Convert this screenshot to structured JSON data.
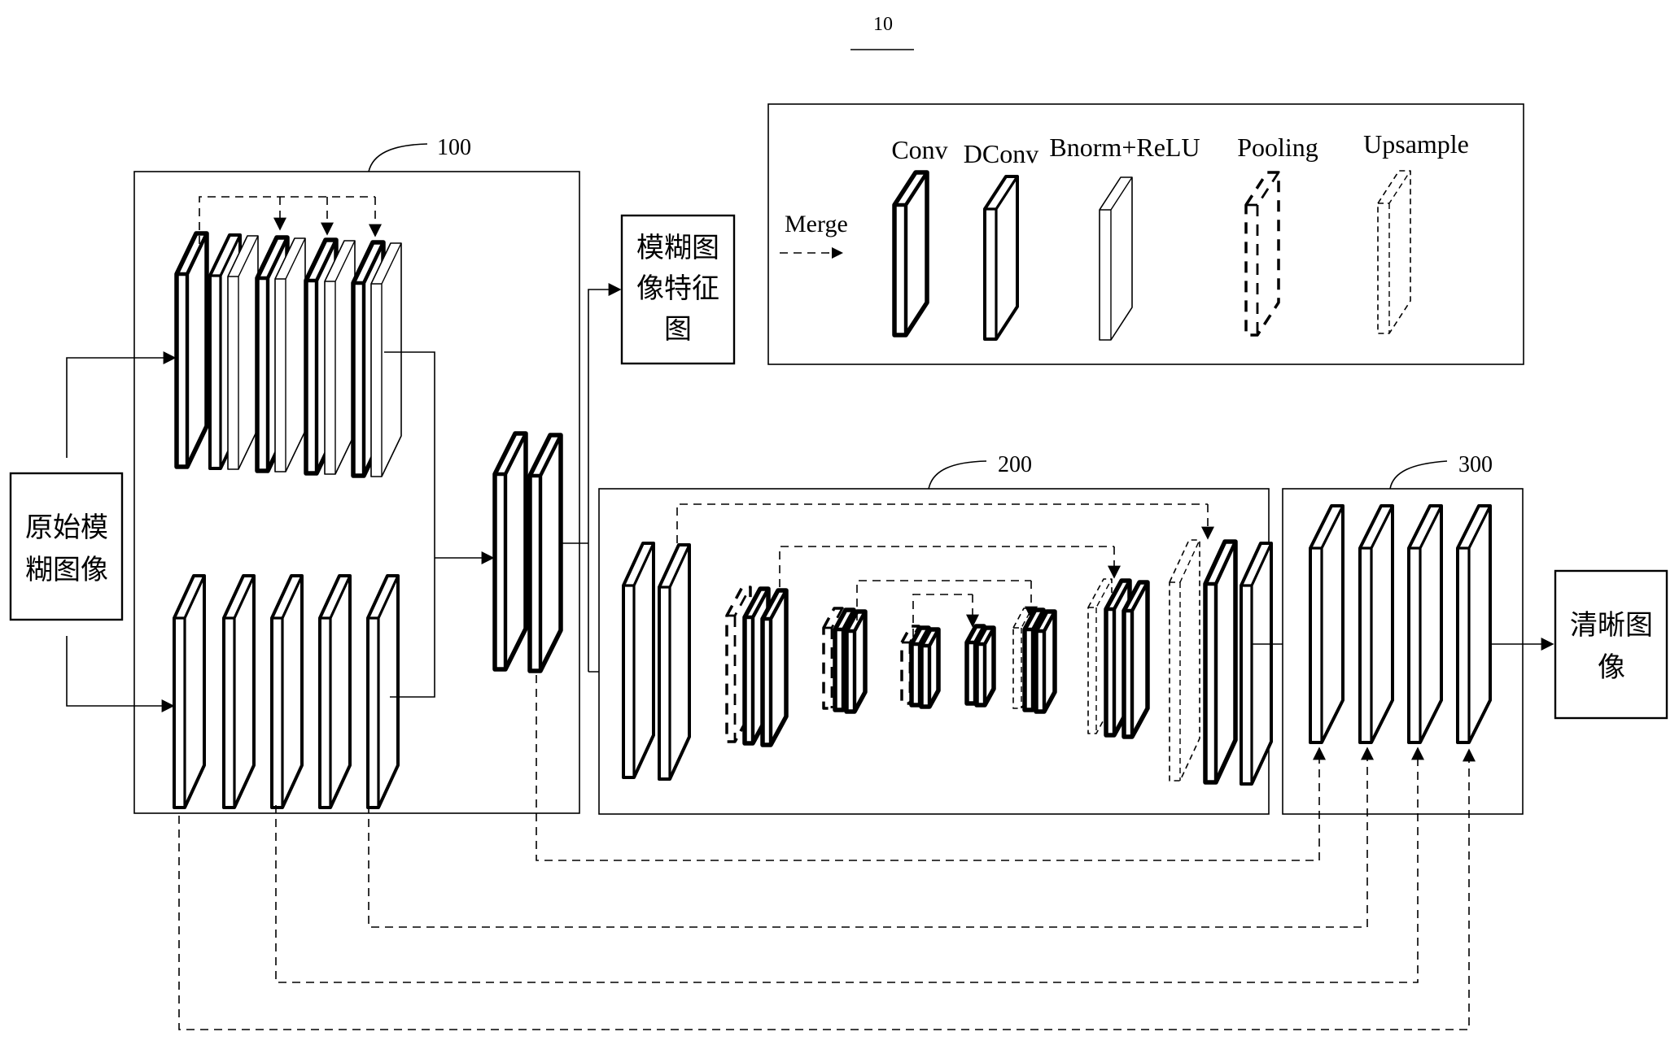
{
  "figure": {
    "number": "10"
  },
  "modules": {
    "encoder": {
      "ref": "100",
      "name": "blur-feature-extraction-module"
    },
    "unet": {
      "ref": "200",
      "name": "unet-module"
    },
    "fusion": {
      "ref": "300",
      "name": "fusion-module"
    }
  },
  "io": {
    "input_label_line1": "原始模",
    "input_label_line2": "糊图像",
    "feature_label_line1": "模糊图",
    "feature_label_line2": "像特征",
    "feature_label_line3": "图",
    "output_label_line1": "清晰图",
    "output_label_line2": "像"
  },
  "legend": {
    "merge_label": "Merge",
    "items": [
      {
        "label": "Conv",
        "type": "conv"
      },
      {
        "label": "DConv",
        "type": "dconv"
      },
      {
        "label": "Bnorm+ReLU",
        "type": "bnorm"
      },
      {
        "label": "Pooling",
        "type": "pooling"
      },
      {
        "label": "Upsample",
        "type": "upsample"
      }
    ]
  },
  "blocks": {
    "encoder_top_row": [
      "conv",
      "dconv",
      "bnorm",
      "conv",
      "bnorm",
      "conv",
      "bnorm",
      "conv",
      "bnorm"
    ],
    "encoder_bottom_row": [
      "dconv",
      "dconv",
      "dconv",
      "dconv",
      "dconv"
    ],
    "encoder_merge": [
      "conv",
      "conv"
    ],
    "unet_stages": [
      {
        "stage": "enc1",
        "layers": [
          "dconv",
          "dconv"
        ]
      },
      {
        "stage": "enc2",
        "layers": [
          "pooling",
          "conv",
          "conv"
        ]
      },
      {
        "stage": "enc3",
        "layers": [
          "pooling",
          "conv",
          "conv"
        ]
      },
      {
        "stage": "bottleneck",
        "layers": [
          "pooling",
          "conv",
          "conv"
        ]
      },
      {
        "stage": "dec3",
        "layers": [
          "conv",
          "conv"
        ]
      },
      {
        "stage": "dec2",
        "layers": [
          "upsample",
          "conv",
          "conv"
        ]
      },
      {
        "stage": "dec1",
        "layers": [
          "upsample",
          "conv",
          "conv"
        ]
      },
      {
        "stage": "out",
        "layers": [
          "upsample",
          "conv",
          "dconv"
        ]
      }
    ],
    "fusion_layers": [
      "dconv",
      "dconv",
      "dconv",
      "dconv"
    ]
  }
}
